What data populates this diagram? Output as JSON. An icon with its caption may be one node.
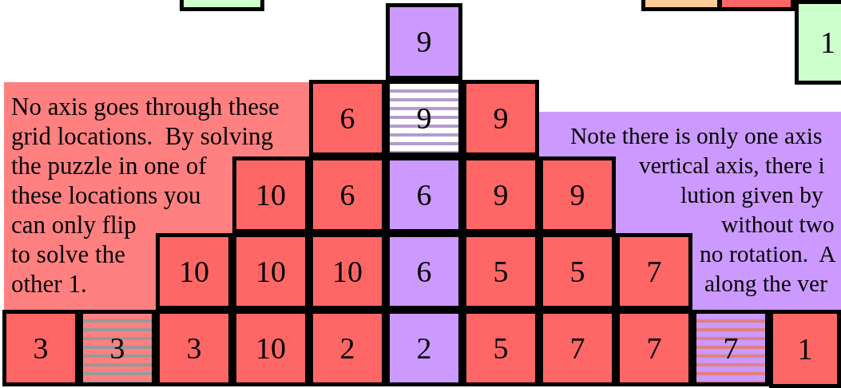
{
  "diagram": {
    "nodes": [
      {
        "text": [],
        "shape": "box"
      },
      {
        "text": [],
        "shape": "box"
      },
      {
        "text": [],
        "shape": "box"
      },
      {
        "text": [
          "9"
        ]
      },
      {
        "text": [
          "1"
        ]
      },
      {
        "text": [
          "No axis goes through these grid locations.  By solving the puzzle in one of these locations you can only flip to solve the other 1."
        ]
      },
      {
        "text": [
          "6"
        ]
      },
      {
        "text": [
          "9"
        ]
      },
      {
        "text": [
          "9"
        ]
      },
      {
        "text": [
          "Note there is only one axis vertical axis, there i lution given by without two no rotation.  A along the ver"
        ]
      },
      {
        "text": [
          "10"
        ],
        "in": 5
      },
      {
        "text": [
          "6"
        ]
      },
      {
        "text": [
          "6"
        ]
      },
      {
        "text": [
          "9"
        ]
      },
      {
        "text": [
          "9"
        ],
        "in": 9
      },
      {
        "text": [
          "10"
        ],
        "in": 5
      },
      {
        "text": [
          "10"
        ],
        "in": 5
      },
      {
        "text": [
          "10"
        ]
      },
      {
        "text": [
          "6"
        ]
      },
      {
        "text": [
          "5"
        ]
      },
      {
        "text": [
          "5"
        ],
        "in": 9
      },
      {
        "text": [
          "7"
        ],
        "in": 9
      },
      {
        "text": [
          "3"
        ]
      },
      {
        "text": [
          "3"
        ]
      },
      {
        "text": [
          "3"
        ]
      },
      {
        "text": [
          "10"
        ]
      },
      {
        "text": [
          "2"
        ]
      },
      {
        "text": [
          "2"
        ]
      },
      {
        "text": [
          "5"
        ]
      },
      {
        "text": [
          "7"
        ]
      },
      {
        "text": [
          "7"
        ]
      },
      {
        "text": [
          "7"
        ]
      },
      {
        "text": [
          "1"
        ]
      }
    ]
  }
}
